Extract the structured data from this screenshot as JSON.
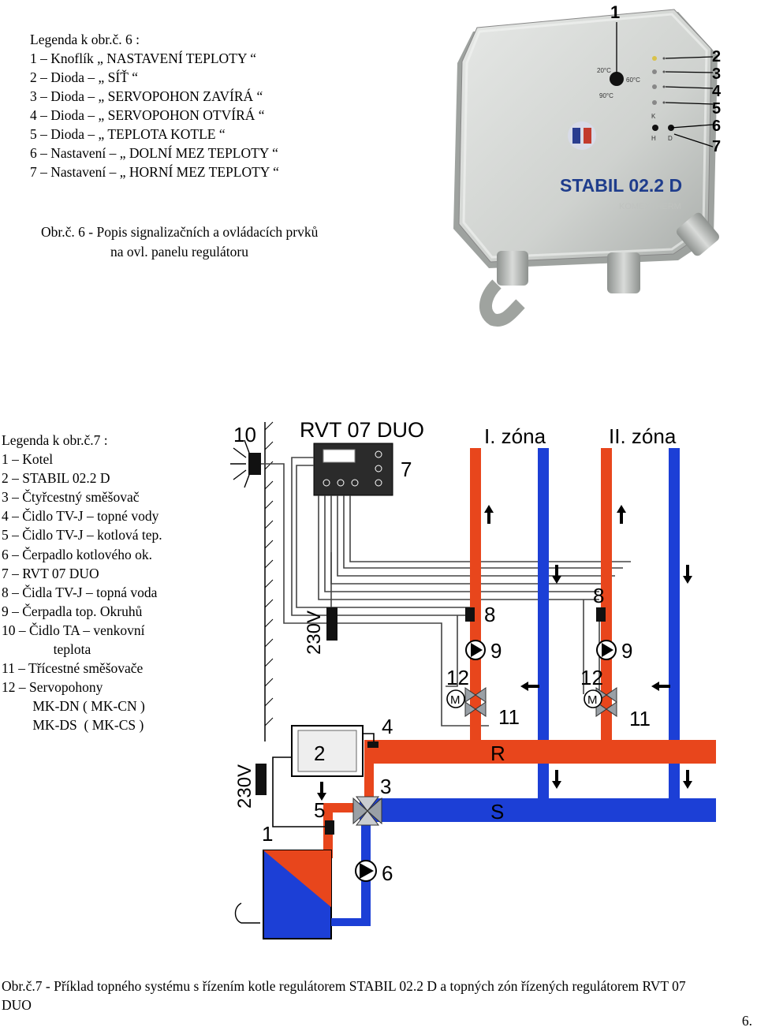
{
  "legend1": {
    "title": "Legenda k obr.č. 6 :",
    "items": [
      "1 – Knoflík „ NASTAVENÍ TEPLOTY “",
      "2 – Dioda – „ SÍŤ “",
      "3 – Dioda – „ SERVOPOHON ZAVÍRÁ “",
      "4 – Dioda – „ SERVOPOHON OTVÍRÁ “",
      "5 – Dioda – „ TEPLOTA KOTLE “",
      "6 – Nastavení – „ DOLNÍ MEZ TEPLOTY “",
      "7 – Nastavení – „ HORNÍ MEZ TEPLOTY “"
    ]
  },
  "caption1": {
    "line1": "Obr.č. 6 - Popis signalizačních a ovládacích prvků",
    "line2": "na ovl. panelu regulátoru"
  },
  "device": {
    "label": "STABIL 02.2 D",
    "subtitle": "KOMEXTHERM",
    "knob_min": "20°C",
    "knob_max": "60°C",
    "knob_mid": "90°C",
    "callouts": [
      "1",
      "2",
      "3",
      "4",
      "5",
      "6",
      "7"
    ],
    "led_marks": [
      "K",
      "H",
      "D"
    ]
  },
  "legend2": {
    "title": "Legenda k obr.č.7 :",
    "items": [
      "1 – Kotel",
      "2 – STABIL 02.2 D",
      "3 – Čtyřcestný směšovač",
      "4 – Čidlo TV-J – topné vody",
      "5 – Čidlo TV-J – kotlová tep.",
      "6 – Čerpadlo kotlového ok.",
      "7 – RVT 07 DUO",
      "8 – Čidla TV-J – topná voda",
      "9 – Čerpadla top. Okruhů",
      "10 – Čidlo TA – venkovní",
      "               teplota",
      "11 – Třícestné směšovače",
      "12 – Servopohony",
      "         MK-DN ( MK-CN )",
      "         MK-DS  ( MK-CS )"
    ]
  },
  "diagram": {
    "rvt_title": "RVT 07 DUO",
    "zone1": "I. zóna",
    "zone2": "II. zóna",
    "voltage": "230V",
    "return_label": "R",
    "supply_label": "S",
    "numbers": [
      "1",
      "2",
      "3",
      "4",
      "5",
      "6",
      "7",
      "8",
      "9",
      "10",
      "11",
      "12",
      "M"
    ]
  },
  "caption2": "Obr.č.7 - Příklad topného systému s řízením kotle regulátorem STABIL 02.2 D a topných zón řízených regulátorem RVT 07 DUO",
  "page_number": "6."
}
